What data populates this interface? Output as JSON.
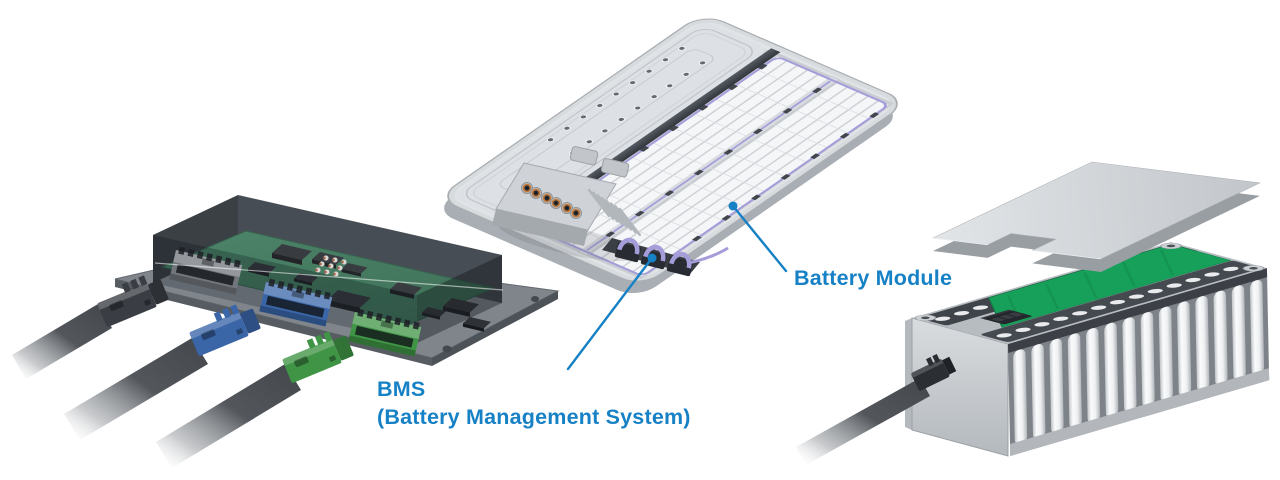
{
  "page": {
    "background": "#ffffff"
  },
  "labels": {
    "bms": {
      "line1": "BMS",
      "line2": "(Battery Management System)"
    },
    "battery_module": "Battery Module"
  },
  "colors": {
    "accent": "#1781c5",
    "pcb_dark_green": "#3c7a5e",
    "pcb_bright_green": "#16a05a",
    "harness_purple": "#a59dda",
    "connector_gray": "#70767c",
    "connector_blue": "#3a66a8",
    "connector_green": "#3f9445",
    "terminal_orange": "#c07a3e",
    "cable_dark": "#3a3e44"
  }
}
